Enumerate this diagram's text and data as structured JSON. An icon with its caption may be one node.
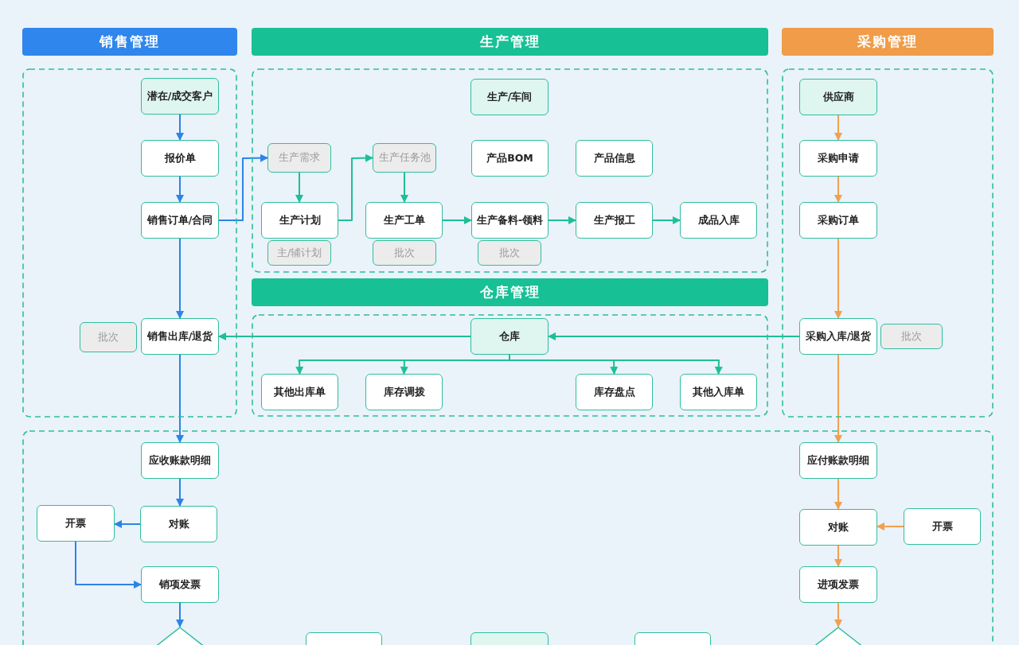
{
  "diagram": {
    "nodes": [
      {
        "text": [
          "销售管理"
        ]
      },
      {
        "text": [
          "生产管理"
        ]
      },
      {
        "text": [
          "采购管理"
        ]
      },
      {
        "text": [
          "仓库管理"
        ]
      },
      {
        "text": [],
        "shape": "box"
      },
      {
        "text": [
          "潜在/成交客户"
        ],
        "in": 0
      },
      {
        "text": [
          "报价单"
        ],
        "in": 0
      },
      {
        "text": [
          "销售订单/合同"
        ],
        "in": 0
      },
      {
        "text": [
          "批次"
        ],
        "in": 0
      },
      {
        "text": [
          "销售出库/退货"
        ],
        "in": 0
      },
      {
        "text": [
          "生产/车间"
        ],
        "in": 1
      },
      {
        "text": [
          "生产需求"
        ],
        "in": 1
      },
      {
        "text": [
          "生产任务池"
        ],
        "in": 1
      },
      {
        "text": [
          "产品BOM"
        ],
        "in": 1
      },
      {
        "text": [
          "产品信息"
        ],
        "in": 1
      },
      {
        "text": [
          "生产计划"
        ],
        "in": 1
      },
      {
        "text": [
          "生产工单"
        ],
        "in": 1
      },
      {
        "text": [
          "生产备料-领料"
        ],
        "in": 1
      },
      {
        "text": [
          "生产报工"
        ],
        "in": 1
      },
      {
        "text": [
          "成品入库"
        ],
        "in": 1
      },
      {
        "text": [
          "主/辅计划"
        ],
        "in": 1
      },
      {
        "text": [
          "批次"
        ],
        "in": 1
      },
      {
        "text": [
          "批次"
        ],
        "in": 1
      },
      {
        "text": [
          "供应商"
        ],
        "in": 2
      },
      {
        "text": [
          "采购申请"
        ],
        "in": 2
      },
      {
        "text": [
          "采购订单"
        ],
        "in": 2
      },
      {
        "text": [
          "采购入库/退货"
        ],
        "in": 2
      },
      {
        "text": [
          "批次"
        ],
        "in": 2
      },
      {
        "text": [
          "仓库"
        ],
        "in": 3
      },
      {
        "text": [
          "其他出库单"
        ],
        "in": 3
      },
      {
        "text": [
          "库存调拨"
        ],
        "in": 3
      },
      {
        "text": [
          "库存盘点"
        ],
        "in": 3
      },
      {
        "text": [
          "其他入库单"
        ],
        "in": 3
      },
      {
        "text": [
          "应收账款明细"
        ],
        "in": 4
      },
      {
        "text": [
          "对账"
        ],
        "in": 4
      },
      {
        "text": [
          "开票"
        ],
        "in": 4
      },
      {
        "text": [
          "销项发票"
        ],
        "in": 4
      },
      {
        "text": [],
        "shape": "diamond",
        "in": 4
      },
      {
        "text": [],
        "shape": "box",
        "in": 4
      },
      {
        "text": [],
        "shape": "box",
        "in": 4
      },
      {
        "text": [],
        "shape": "box",
        "in": 4
      },
      {
        "text": [
          "应付账款明细"
        ],
        "in": 4
      },
      {
        "text": [
          "对账"
        ],
        "in": 4
      },
      {
        "text": [
          "开票"
        ],
        "in": 4
      },
      {
        "text": [
          "进项发票"
        ],
        "in": 4
      },
      {
        "text": [],
        "shape": "diamond",
        "in": 4
      }
    ],
    "edges": [
      {
        "from": 5,
        "to": 6,
        "arrow": "to",
        "color": "#2b84e8"
      },
      {
        "from": 6,
        "to": 7,
        "arrow": "to",
        "color": "#2b84e8"
      },
      {
        "from": 7,
        "to": 11,
        "arrow": "to",
        "color": "#2b84e8"
      },
      {
        "from": 7,
        "to": 9,
        "arrow": "to",
        "color": "#2b84e8"
      },
      {
        "from": 11,
        "to": 15,
        "arrow": "to"
      },
      {
        "from": 15,
        "to": 12,
        "arrow": "to"
      },
      {
        "from": 12,
        "to": 16,
        "arrow": "to"
      },
      {
        "from": 16,
        "to": 17,
        "arrow": "to"
      },
      {
        "from": 17,
        "to": 18,
        "arrow": "to"
      },
      {
        "from": 18,
        "to": 19,
        "arrow": "to"
      },
      {
        "from": 23,
        "to": 24,
        "arrow": "to",
        "color": "#f0a050"
      },
      {
        "from": 24,
        "to": 25,
        "arrow": "to",
        "color": "#f0a050"
      },
      {
        "from": 25,
        "to": 26,
        "arrow": "to",
        "color": "#f0a050"
      },
      {
        "from": 26,
        "to": 28,
        "arrow": "to"
      },
      {
        "from": 28,
        "to": 9,
        "arrow": "to"
      },
      {
        "from": 28,
        "to": 29,
        "arrow": "to"
      },
      {
        "from": 28,
        "to": 30,
        "arrow": "to"
      },
      {
        "from": 28,
        "to": 31,
        "arrow": "to"
      },
      {
        "from": 28,
        "to": 32,
        "arrow": "to"
      },
      {
        "from": 9,
        "to": 33,
        "arrow": "to",
        "color": "#2b84e8"
      },
      {
        "from": 33,
        "to": 34,
        "arrow": "to",
        "color": "#2b84e8"
      },
      {
        "from": 34,
        "to": 35,
        "arrow": "to",
        "color": "#2b84e8"
      },
      {
        "from": 35,
        "to": 36,
        "arrow": "to",
        "color": "#2b84e8"
      },
      {
        "from": 36,
        "to": 37,
        "arrow": "to",
        "color": "#2b84e8"
      },
      {
        "from": 26,
        "to": 41,
        "arrow": "to",
        "color": "#f0a050"
      },
      {
        "from": 41,
        "to": 42,
        "arrow": "to",
        "color": "#f0a050"
      },
      {
        "from": 43,
        "to": 42,
        "arrow": "to",
        "color": "#f0a050"
      },
      {
        "from": 42,
        "to": 44,
        "arrow": "to",
        "color": "#f0a050"
      },
      {
        "from": 44,
        "to": 45,
        "arrow": "to",
        "color": "#f0a050"
      }
    ]
  }
}
